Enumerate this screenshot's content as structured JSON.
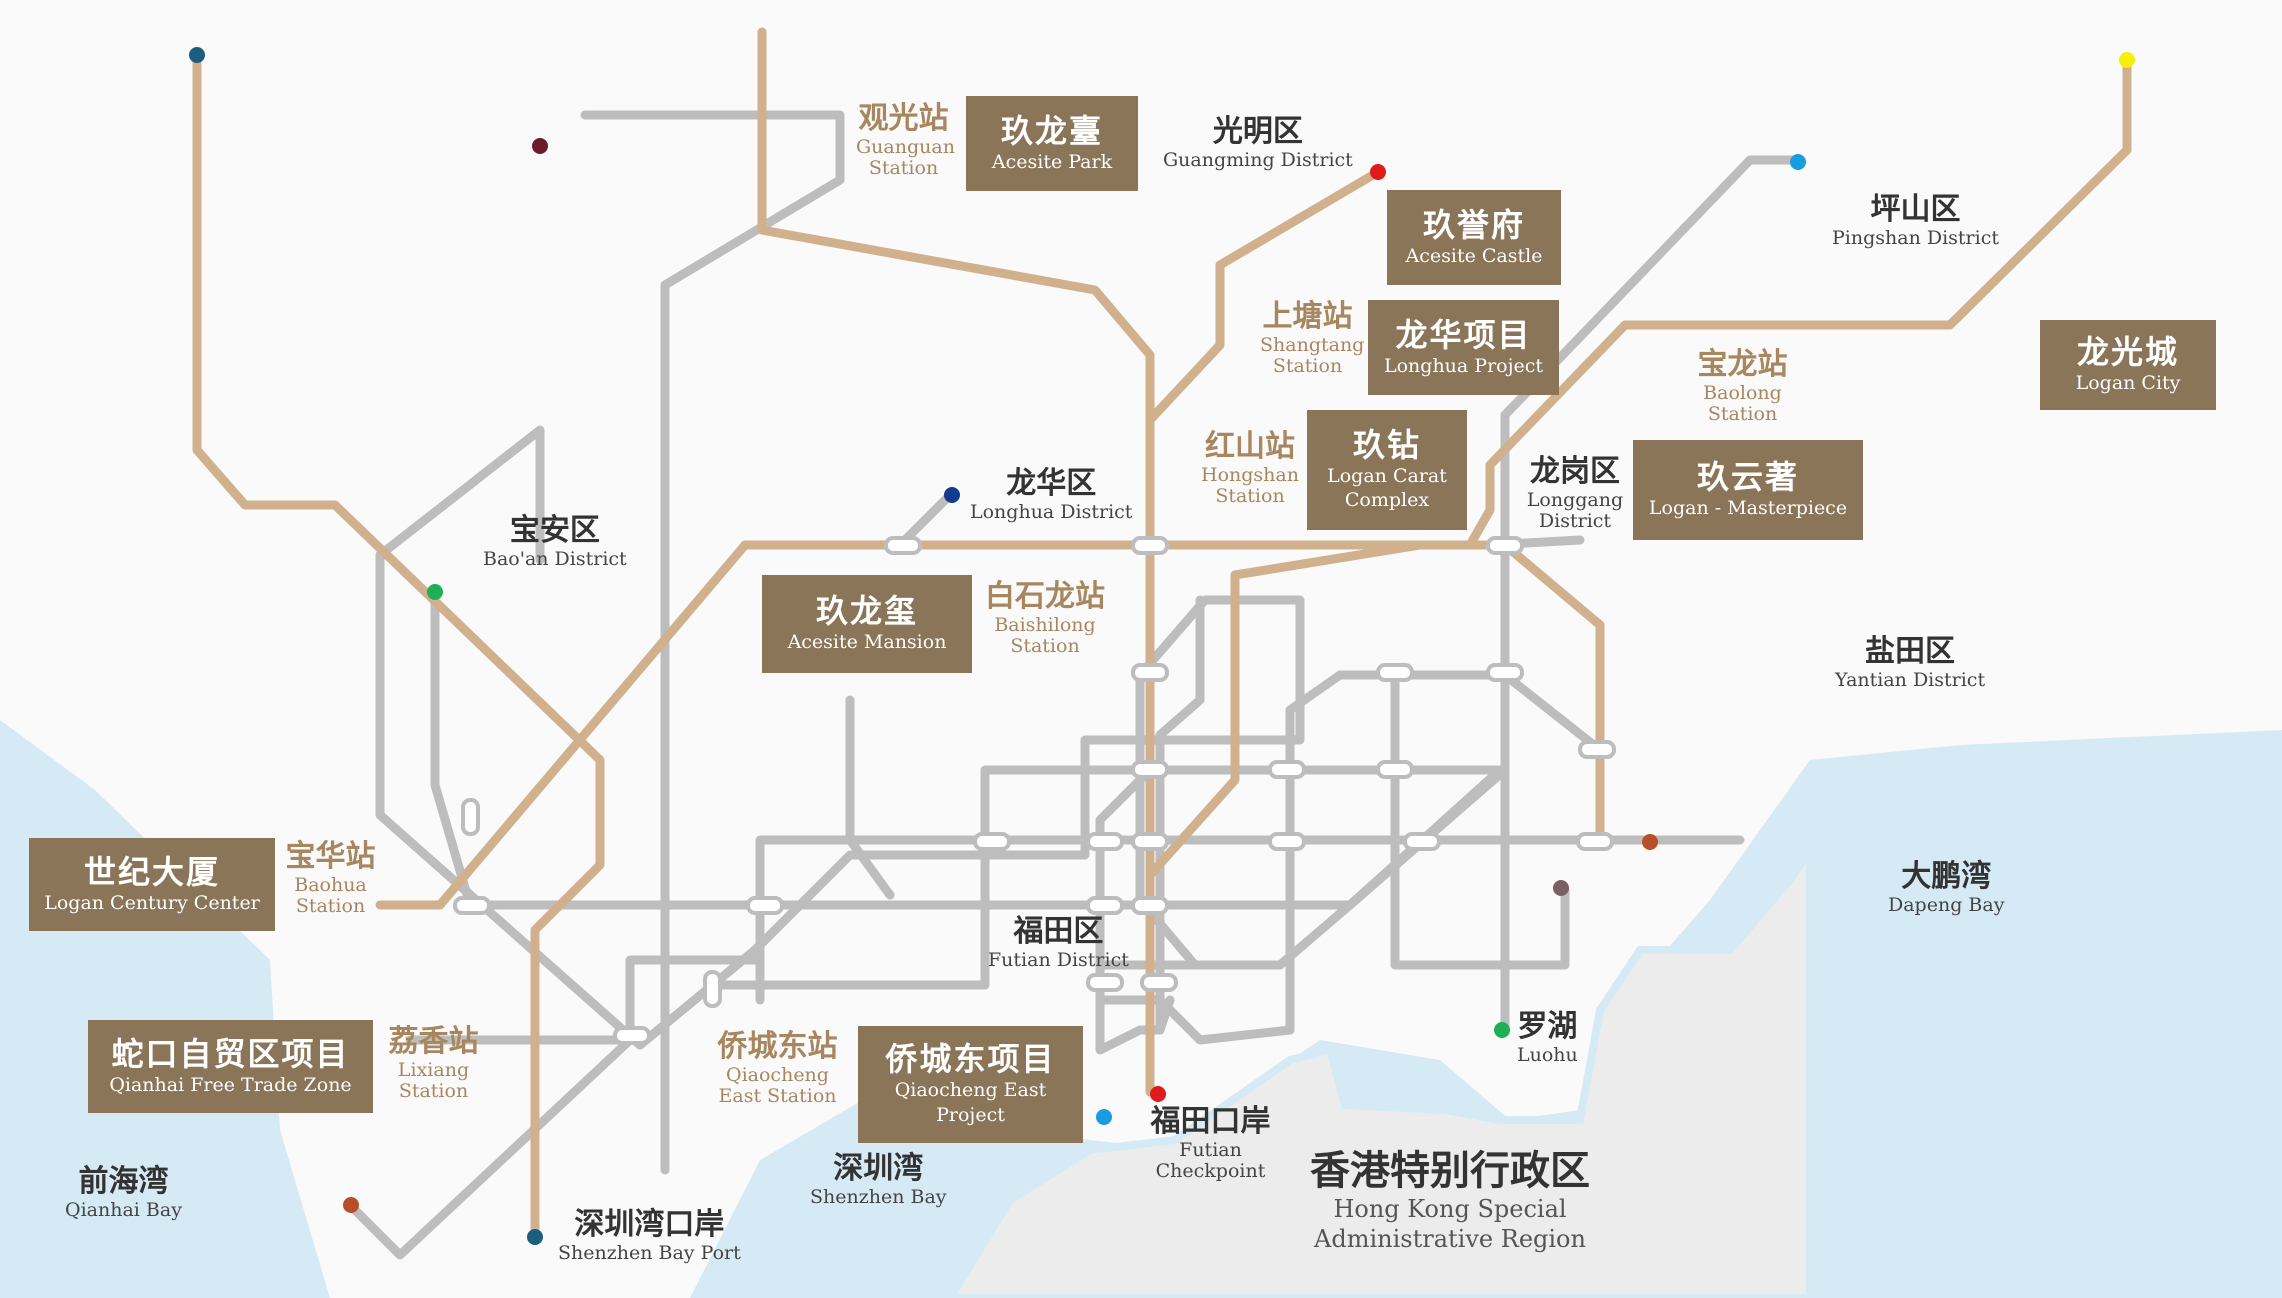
{
  "colors": {
    "background": "#fafafa",
    "water": "#d6eaf5",
    "hong_kong_land": "#ececec",
    "line_gray": "#bdbdbd",
    "line_tan": "#d1b18d",
    "project_box": "#8b7559",
    "station_text": "#a8865f"
  },
  "districts": [
    {
      "cn": "光明区",
      "en": "Guangming District"
    },
    {
      "cn": "坪山区",
      "en": "Pingshan District"
    },
    {
      "cn": "宝安区",
      "en": "Bao'an District"
    },
    {
      "cn": "龙华区",
      "en": "Longhua District"
    },
    {
      "cn": "龙岗区",
      "en": "Longgang District"
    },
    {
      "cn": "盐田区",
      "en": "Yantian District"
    },
    {
      "cn": "福田区",
      "en": "Futian District"
    }
  ],
  "stations": [
    {
      "cn": "观光站",
      "en": "Guanguan Station"
    },
    {
      "cn": "上塘站",
      "en": "Shangtang Station"
    },
    {
      "cn": "宝龙站",
      "en": "Baolong Station"
    },
    {
      "cn": "红山站",
      "en": "Hongshan Station"
    },
    {
      "cn": "白石龙站",
      "en": "Baishilong Station"
    },
    {
      "cn": "宝华站",
      "en": "Baohua Station"
    },
    {
      "cn": "荔香站",
      "en": "Lixiang Station"
    },
    {
      "cn": "侨城东站",
      "en": "Qiaocheng East Station"
    },
    {
      "cn": "罗湖",
      "en": "Luohu"
    },
    {
      "cn": "福田口岸",
      "en": "Futian Checkpoint"
    },
    {
      "cn": "深圳湾口岸",
      "en": "Shenzhen Bay Port"
    }
  ],
  "projects": [
    {
      "cn": "玖龙臺",
      "en": "Acesite Park"
    },
    {
      "cn": "玖誉府",
      "en": "Acesite Castle"
    },
    {
      "cn": "龙华项目",
      "en": "Longhua Project"
    },
    {
      "cn": "玖钻",
      "en": "Logan Carat\nComplex"
    },
    {
      "cn": "玖云著",
      "en": "Logan - Masterpiece"
    },
    {
      "cn": "龙光城",
      "en": "Logan City"
    },
    {
      "cn": "玖龙玺",
      "en": "Acesite Mansion"
    },
    {
      "cn": "世纪大厦",
      "en": "Logan Century Center"
    },
    {
      "cn": "蛇口自贸区项目",
      "en": "Qianhai Free Trade Zone"
    },
    {
      "cn": "侨城东项目",
      "en": "Qiaocheng East\nProject"
    }
  ],
  "water": [
    {
      "cn": "前海湾",
      "en": "Qianhai Bay"
    },
    {
      "cn": "深圳湾",
      "en": "Shenzhen Bay"
    },
    {
      "cn": "大鹏湾",
      "en": "Dapeng Bay"
    }
  ],
  "hong_kong": {
    "cn": "香港特别行政区",
    "en1": "Hong Kong Special",
    "en2": "Administrative Region"
  }
}
